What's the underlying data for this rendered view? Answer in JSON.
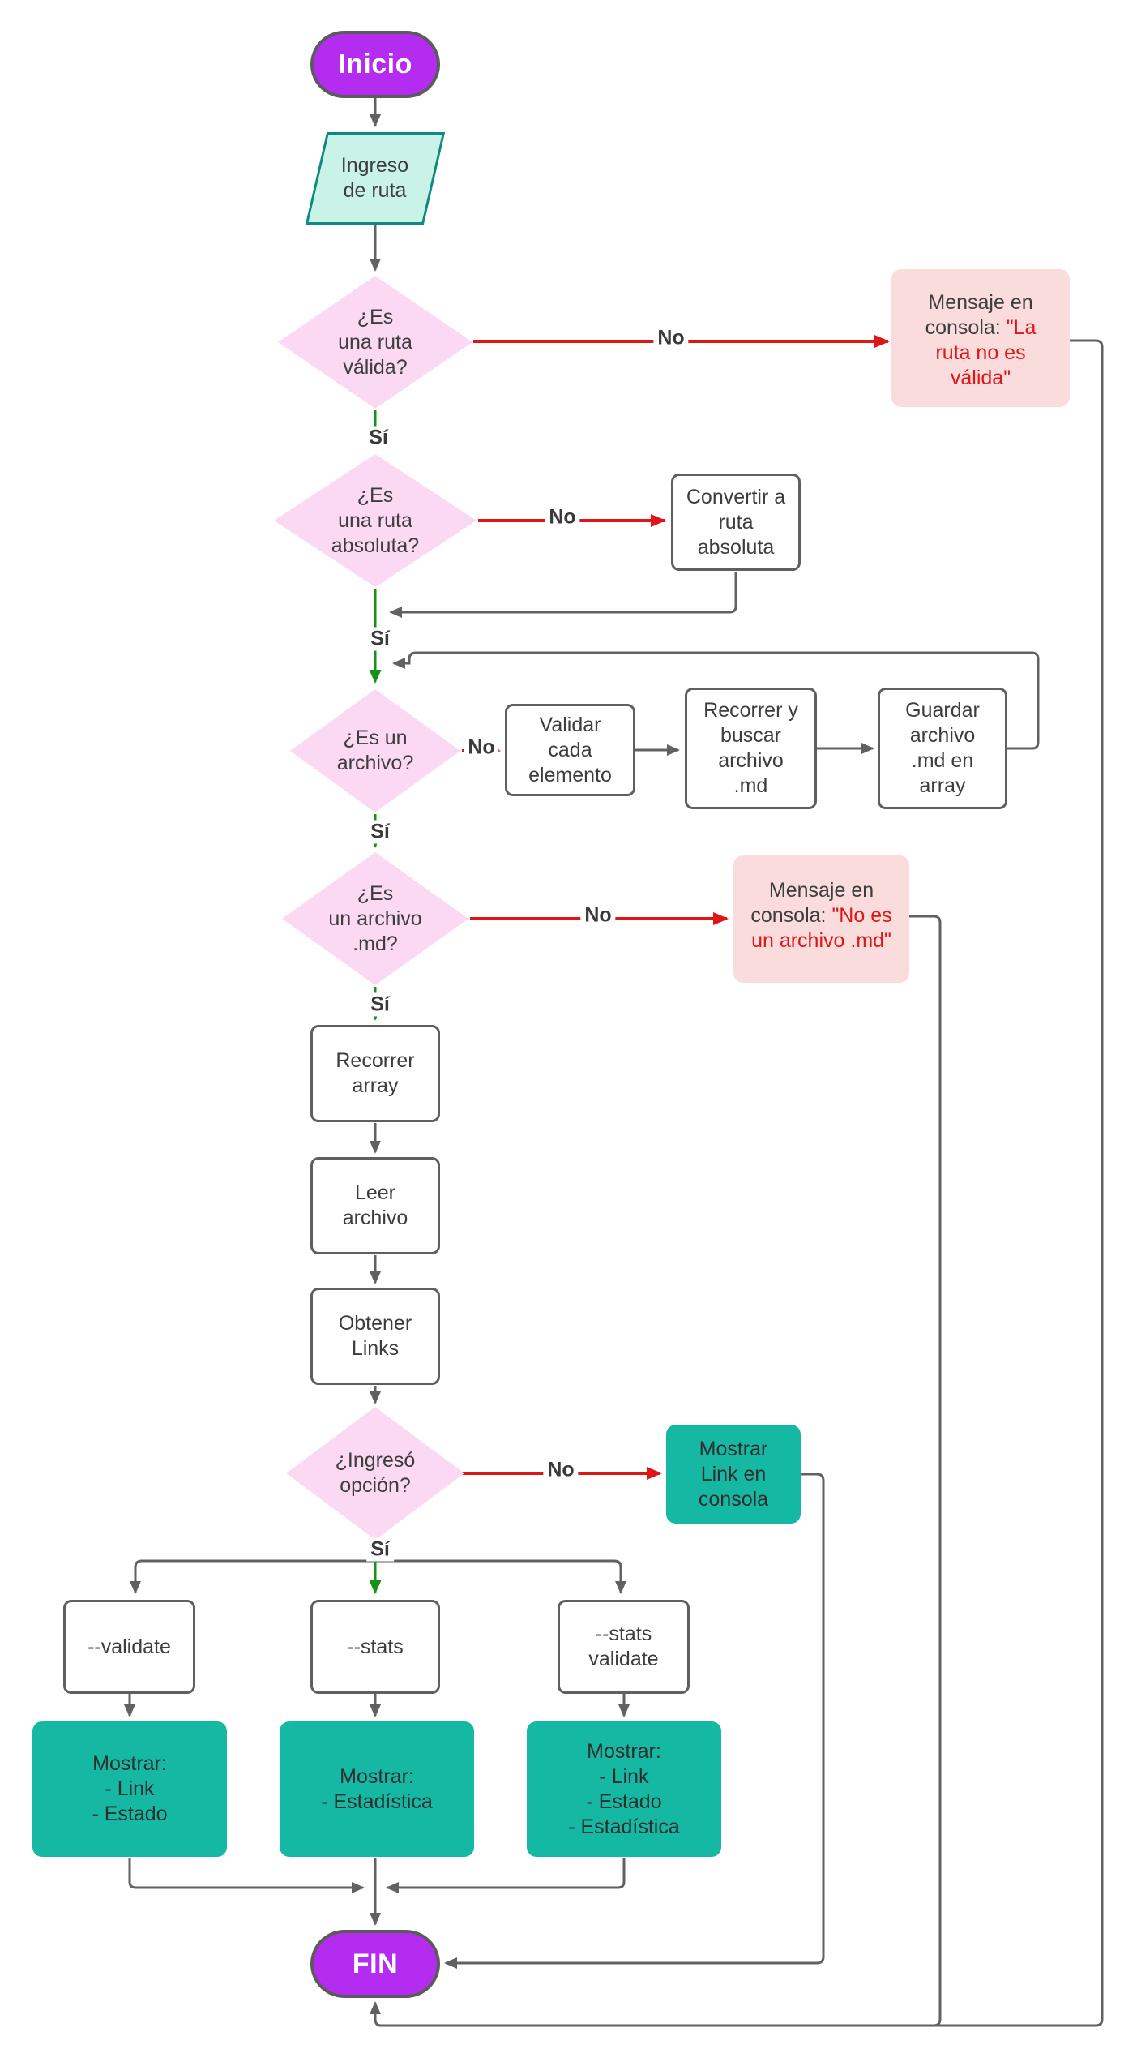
{
  "diagram": {
    "type": "flowchart",
    "language": "es"
  },
  "edge_labels": {
    "yes": "Sí",
    "no": "No"
  },
  "nodes": {
    "start": {
      "type": "terminator",
      "label": "Inicio"
    },
    "input_path": {
      "type": "io",
      "lines": [
        "Ingreso",
        "de ruta"
      ]
    },
    "is_valid_path": {
      "type": "decision",
      "lines": [
        "¿Es",
        "una ruta",
        "válida?"
      ]
    },
    "msg_invalid": {
      "type": "message",
      "prefix": "Mensaje en consola: ",
      "quote": "\"La ruta no es válida\""
    },
    "is_absolute": {
      "type": "decision",
      "lines": [
        "¿Es",
        "una ruta",
        "absoluta?"
      ]
    },
    "convert_absolute": {
      "type": "process",
      "lines": [
        "Convertir a",
        "ruta",
        "absoluta"
      ]
    },
    "is_file": {
      "type": "decision",
      "lines": [
        "¿Es un",
        "archivo?"
      ]
    },
    "validate_each": {
      "type": "process",
      "lines": [
        "Validar",
        "cada",
        "elemento"
      ]
    },
    "search_md": {
      "type": "process",
      "lines": [
        "Recorrer y",
        "buscar",
        "archivo",
        ".md"
      ]
    },
    "save_md_array": {
      "type": "process",
      "lines": [
        "Guardar",
        "archivo",
        ".md en",
        "array"
      ]
    },
    "is_md_file": {
      "type": "decision",
      "lines": [
        "¿Es",
        "un archivo",
        ".md?"
      ]
    },
    "msg_not_md": {
      "type": "message",
      "prefix": "Mensaje en consola: ",
      "quote": "\"No es un archivo .md\""
    },
    "loop_array": {
      "type": "process",
      "lines": [
        "Recorrer",
        "array"
      ]
    },
    "read_file": {
      "type": "process",
      "lines": [
        "Leer",
        "archivo"
      ]
    },
    "get_links": {
      "type": "process",
      "lines": [
        "Obtener",
        "Links"
      ]
    },
    "has_option": {
      "type": "decision",
      "lines": [
        "¿Ingresó",
        "opción?"
      ]
    },
    "show_link_console": {
      "type": "output",
      "lines": [
        "Mostrar",
        "Link en",
        "consola"
      ]
    },
    "opt_validate": {
      "type": "process",
      "label": "--validate"
    },
    "opt_stats": {
      "type": "process",
      "label": "--stats"
    },
    "opt_stats_validate": {
      "type": "process",
      "lines": [
        "--stats",
        "validate"
      ]
    },
    "out_validate": {
      "type": "output",
      "lines": [
        "Mostrar:",
        "- Link",
        "- Estado"
      ]
    },
    "out_stats": {
      "type": "output",
      "lines": [
        "Mostrar:",
        "- Estadística"
      ]
    },
    "out_stats_validate": {
      "type": "output",
      "lines": [
        "Mostrar:",
        "- Link",
        "- Estado",
        "- Estadística"
      ]
    },
    "end": {
      "type": "terminator",
      "label": "FIN"
    }
  },
  "colors": {
    "terminator_fill": "#B42CEF",
    "decision_fill": "#FBD9F3",
    "io_fill": "#C9F3E9",
    "io_border": "#0E8A7E",
    "message_fill": "#FBDCDC",
    "message_accent": "#E01515",
    "output_fill": "#14B8A3",
    "line_gray": "#616161",
    "line_red": "#E01515",
    "line_green": "#149314",
    "border_gray": "#5f5f5f",
    "text": "#3d3d3d"
  }
}
